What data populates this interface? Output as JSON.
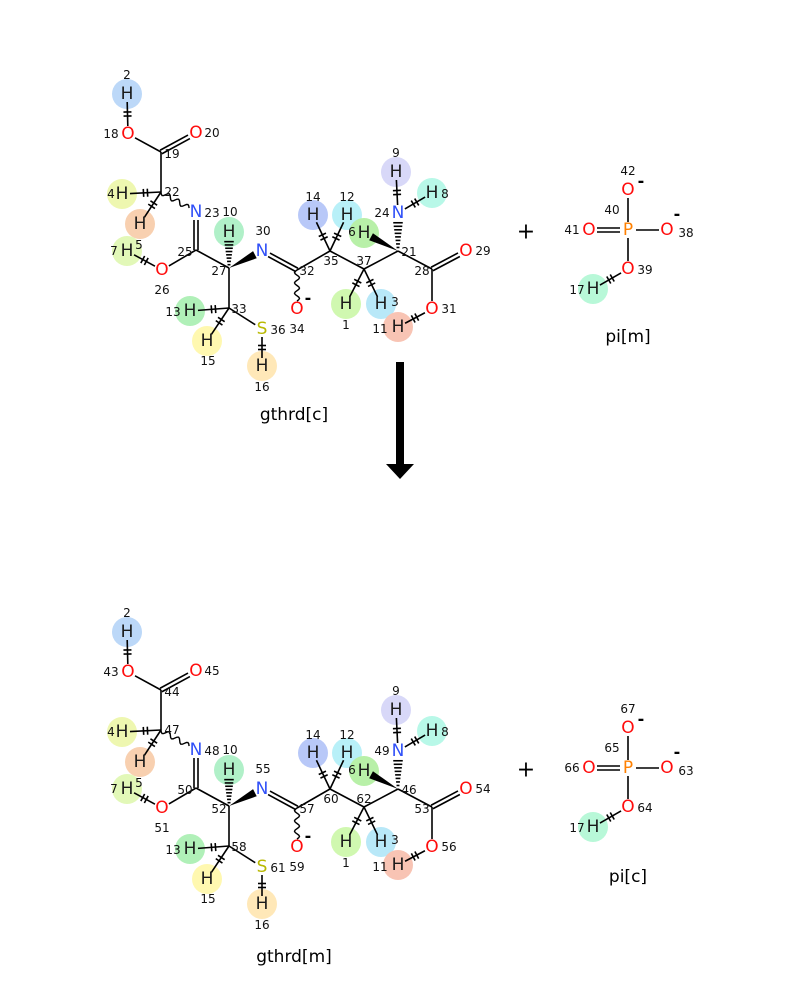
{
  "reaction": {
    "plus_sign": "+",
    "reactants": [
      {
        "name": "gthrd[c]",
        "elements": [
          "H",
          "O",
          "O",
          null,
          null,
          "H",
          "H",
          "H",
          "O",
          null,
          "N",
          "H",
          null,
          "N",
          null,
          "O",
          null,
          "H",
          "H",
          "S",
          "H",
          null,
          "H",
          "H",
          "H",
          null,
          "H",
          "H",
          "H",
          "O",
          null,
          "O",
          null,
          "N",
          "H",
          "H"
        ],
        "numbers": [
          "2",
          "18",
          "20",
          "19",
          "22",
          "4",
          "5",
          "7",
          "26",
          "25",
          "23",
          "10",
          "27",
          "30",
          "32",
          "34",
          "33",
          "13",
          "15",
          "36",
          "16",
          "35",
          "14",
          "12",
          "6",
          "37",
          "1",
          "3",
          "11",
          "31",
          "28",
          "29",
          "21",
          "24",
          "9",
          "8"
        ],
        "charges": {
          "15": "-"
        }
      },
      {
        "name": "pi[m]",
        "elements": [
          "P",
          "O",
          "O",
          "O",
          "O",
          "H"
        ],
        "numbers": [
          "40",
          "41",
          "38",
          "42",
          "39",
          "17"
        ],
        "charges": {
          "2": "-",
          "3": "-"
        }
      }
    ],
    "products": [
      {
        "name": "gthrd[m]",
        "elements": [
          "H",
          "O",
          "O",
          null,
          null,
          "H",
          "H",
          "H",
          "O",
          null,
          "N",
          "H",
          null,
          "N",
          null,
          "O",
          null,
          "H",
          "H",
          "S",
          "H",
          null,
          "H",
          "H",
          "H",
          null,
          "H",
          "H",
          "H",
          "O",
          null,
          "O",
          null,
          "N",
          "H",
          "H"
        ],
        "numbers": [
          "2",
          "43",
          "45",
          "44",
          "47",
          "4",
          "5",
          "7",
          "51",
          "50",
          "48",
          "10",
          "52",
          "55",
          "57",
          "59",
          "58",
          "13",
          "15",
          "61",
          "16",
          "60",
          "14",
          "12",
          "6",
          "62",
          "1",
          "3",
          "11",
          "56",
          "53",
          "54",
          "46",
          "49",
          "9",
          "8"
        ],
        "charges": {
          "15": "-"
        }
      },
      {
        "name": "pi[c]",
        "elements": [
          "P",
          "O",
          "O",
          "O",
          "O",
          "H"
        ],
        "numbers": [
          "65",
          "66",
          "63",
          "67",
          "64",
          "17"
        ],
        "charges": {
          "2": "-",
          "3": "-"
        }
      }
    ]
  },
  "colors": {
    "oxygen": "#ff0d0d",
    "nitrogen": "#3050f8",
    "sulfur": "#b8b800",
    "phosphorus": "#ff8000",
    "hydrogen_text": "#1a1a1a",
    "bond": "#000000"
  }
}
